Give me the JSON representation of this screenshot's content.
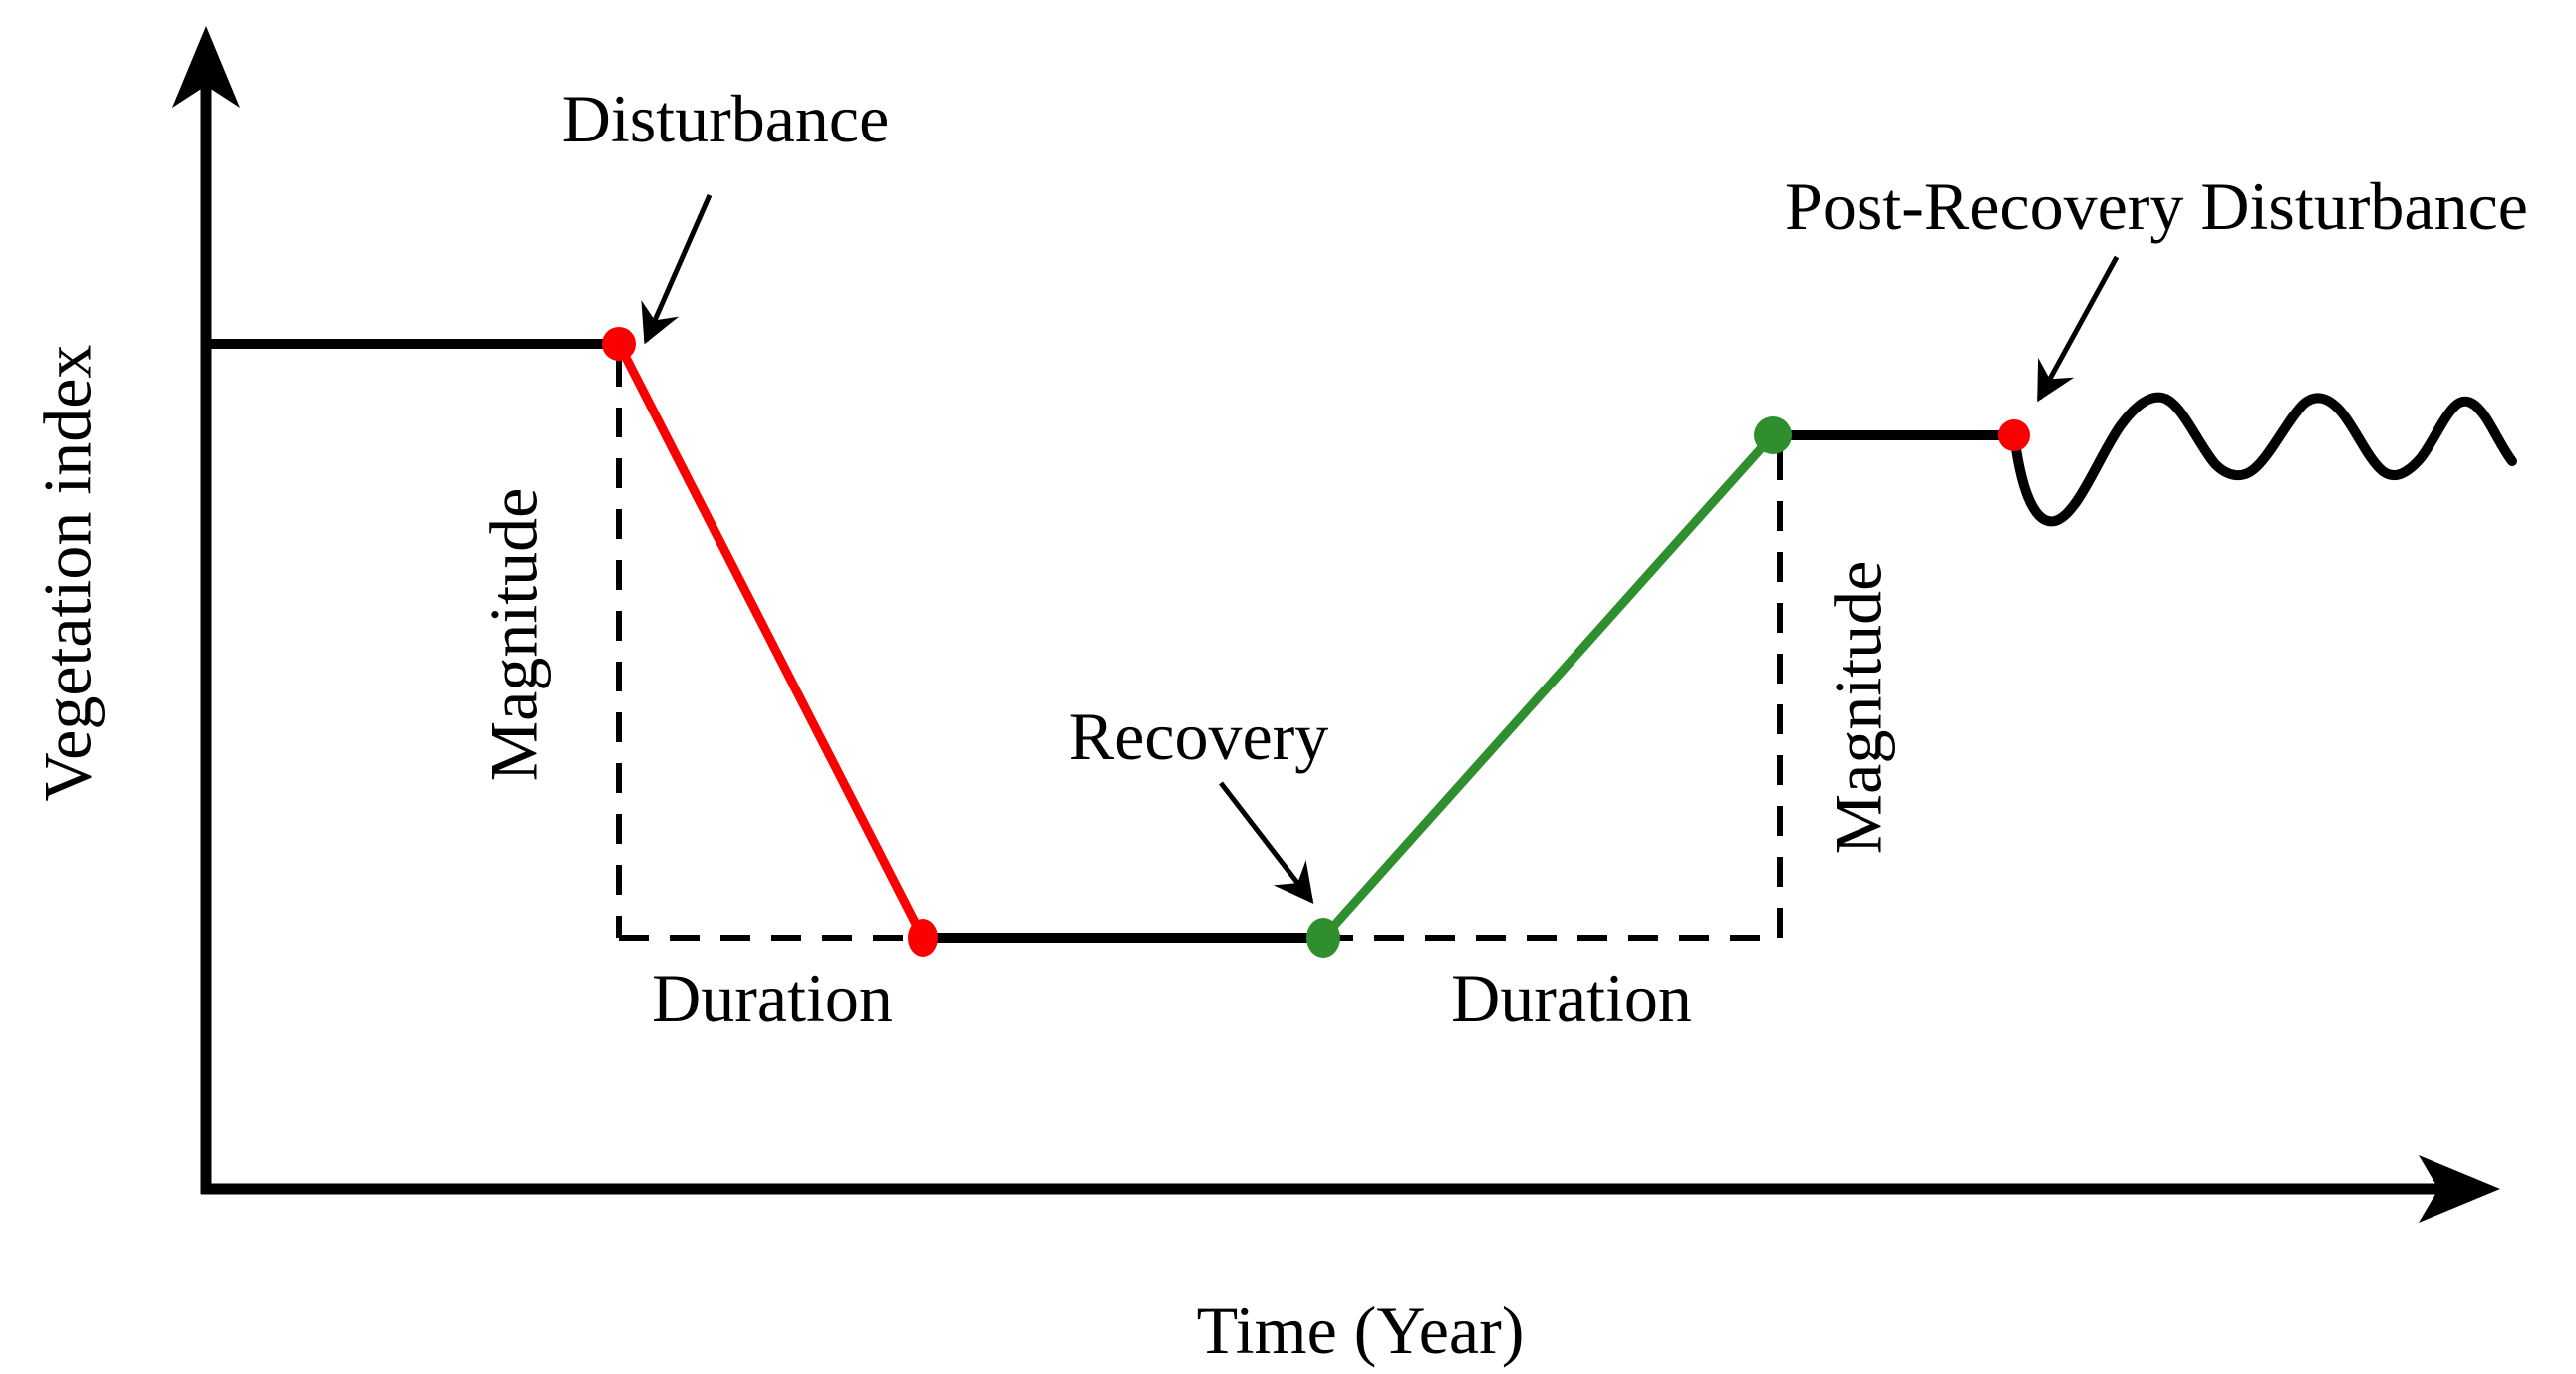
{
  "figure": {
    "axes": {
      "y_label": "Vegetation index",
      "x_label": "Time (Year)"
    },
    "annotations": {
      "disturbance": "Disturbance",
      "recovery": "Recovery",
      "post_recovery": "Post-Recovery Disturbance"
    },
    "measures": {
      "magnitude_disturbance": "Magnitude",
      "duration_disturbance": "Duration",
      "magnitude_recovery": "Magnitude",
      "duration_recovery": "Duration"
    },
    "colors": {
      "axis": "#000000",
      "disturbance_red": "#fa0000",
      "recovery_green": "#2f8f2f",
      "background": "#ffffff"
    }
  }
}
